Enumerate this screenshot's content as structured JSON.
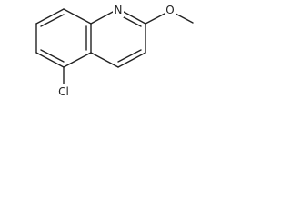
{
  "structure": {
    "atoms": {
      "nitrogen": "N",
      "oxygen": "O",
      "chlorine": "Cl"
    }
  }
}
